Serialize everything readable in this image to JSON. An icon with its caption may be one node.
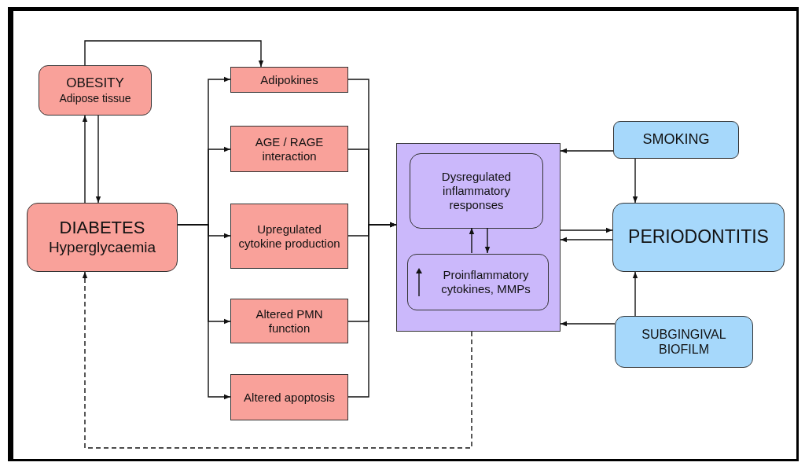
{
  "diagram": {
    "nodes": [
      {
        "text": [
          "OBESITY",
          "Adipose tissue"
        ]
      },
      {
        "text": [
          "DIABETES",
          "Hyperglycaemia"
        ]
      },
      {
        "text": [
          "Adipokines"
        ]
      },
      {
        "text": [
          "AGE / RAGE interaction"
        ]
      },
      {
        "text": [
          "Upregulated cytokine production"
        ]
      },
      {
        "text": [
          "Altered PMN function"
        ]
      },
      {
        "text": [
          "Altered apoptosis"
        ]
      },
      {
        "text": [],
        "shape": "box"
      },
      {
        "text": [
          "Dysregulated inflammatory responses"
        ],
        "in": 7
      },
      {
        "text": [
          "Proinflammatory cytokines, MMPs"
        ],
        "in": 7
      },
      {
        "text": [
          "SMOKING"
        ]
      },
      {
        "text": [
          "PERIODONTITIS"
        ]
      },
      {
        "text": [
          "SUBGINGIVAL BIOFILM"
        ]
      }
    ],
    "edges": [
      {
        "from": 0,
        "to": 2,
        "arrow": "to"
      },
      {
        "from": 1,
        "to": 0,
        "arrow": "to"
      },
      {
        "from": 0,
        "to": 1,
        "arrow": "to"
      },
      {
        "from": 1,
        "to": 2,
        "arrow": "to"
      },
      {
        "from": 1,
        "to": 3,
        "arrow": "to"
      },
      {
        "from": 1,
        "to": 4,
        "arrow": "to"
      },
      {
        "from": 1,
        "to": 5,
        "arrow": "to"
      },
      {
        "from": 1,
        "to": 6,
        "arrow": "to"
      },
      {
        "from": 2,
        "to": 7,
        "arrow": "to"
      },
      {
        "from": 3,
        "to": 7,
        "arrow": "to"
      },
      {
        "from": 4,
        "to": 7,
        "arrow": "to"
      },
      {
        "from": 5,
        "to": 7,
        "arrow": "to"
      },
      {
        "from": 6,
        "to": 7,
        "arrow": "to"
      },
      {
        "from": 9,
        "to": 8,
        "arrow": "to"
      },
      {
        "from": 8,
        "to": 9,
        "arrow": "to"
      },
      {
        "from": 7,
        "to": 11,
        "arrow": "to"
      },
      {
        "from": 11,
        "to": 7,
        "arrow": "to"
      },
      {
        "from": 10,
        "to": 7,
        "arrow": "to"
      },
      {
        "from": 10,
        "to": 11,
        "arrow": "to"
      },
      {
        "from": 12,
        "to": 7,
        "arrow": "to"
      },
      {
        "from": 12,
        "to": 11,
        "arrow": "to"
      },
      {
        "from": 7,
        "to": 1,
        "arrow": "to",
        "style": "dashed"
      }
    ]
  }
}
